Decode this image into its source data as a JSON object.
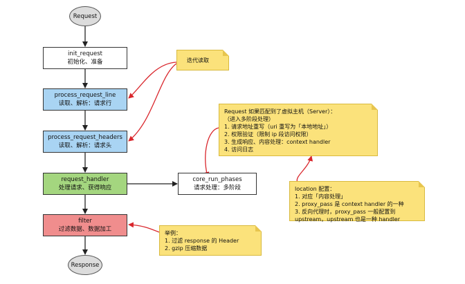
{
  "start": "Request",
  "end": "Response",
  "boxes": {
    "init_request": {
      "title": "init_request",
      "sub": "初始化、准备"
    },
    "process_request_line": {
      "title": "process_request_line",
      "sub": "读取、解析：请求行"
    },
    "process_request_headers": {
      "title": "process_request_headers",
      "sub": "读取、解析：请求头"
    },
    "request_handler": {
      "title": "request_handler",
      "sub": "处理请求、获得响应"
    },
    "core_run_phases": {
      "title": "core_run_phases",
      "sub": "请求处理：多阶段"
    },
    "filter": {
      "title": "filter",
      "sub": "过滤数据、数据加工"
    }
  },
  "notes": {
    "read": {
      "lines": [
        "迭代读取"
      ]
    },
    "server": {
      "header": [
        "Request 如果匹配到了虚拟主机（Server）：",
        "（进入多阶段处理）"
      ],
      "items": [
        "1. 请求地址重写（uri 重写为「本地地址」）",
        "2. 权限验证（限制 ip 段访问权限）",
        "3. 生成响应、内容处理：context handler",
        "4. 访问日志"
      ]
    },
    "location": {
      "header": [
        "location 配置："
      ],
      "items": [
        "1. 对应「内容处理」",
        "2. proxy_pass 是 context handler 的一种",
        "3. 反向代理时，proxy_pass 一般配置到",
        "upstream，upstream 也是一种 handler"
      ]
    },
    "example": {
      "header": [
        "举例："
      ],
      "items": [
        "1. 过滤 response 的 Header",
        "2. gzip 压缩数据"
      ]
    }
  },
  "colors": {
    "white": "#ffffff",
    "blue": "#a9d4f3",
    "green": "#a4d67f",
    "red": "#f08d8d",
    "note": "#fbe27b",
    "arrow_red": "#d9262c",
    "arrow_dark": "#222222"
  }
}
